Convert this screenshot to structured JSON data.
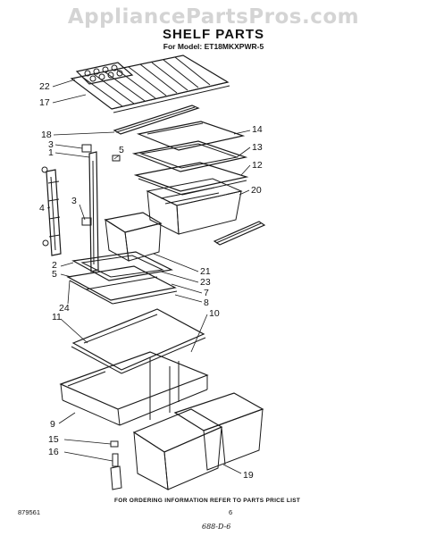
{
  "watermark": "AppliancePartsPros.com",
  "title": "SHELF PARTS",
  "model": "For Model: ET18MKXPWR-5",
  "callouts": [
    "22",
    "17",
    "18",
    "3",
    "1",
    "5",
    "14",
    "13",
    "12",
    "20",
    "4",
    "3",
    "2",
    "5",
    "21",
    "23",
    "7",
    "8",
    "24",
    "11",
    "10",
    "9",
    "15",
    "16",
    "19"
  ],
  "footer": {
    "ordering_note": "FOR ORDERING INFORMATION REFER TO PARTS PRICE LIST",
    "drawing_number": "879561",
    "page_number": "6",
    "handwritten_code": "688-D-6"
  }
}
